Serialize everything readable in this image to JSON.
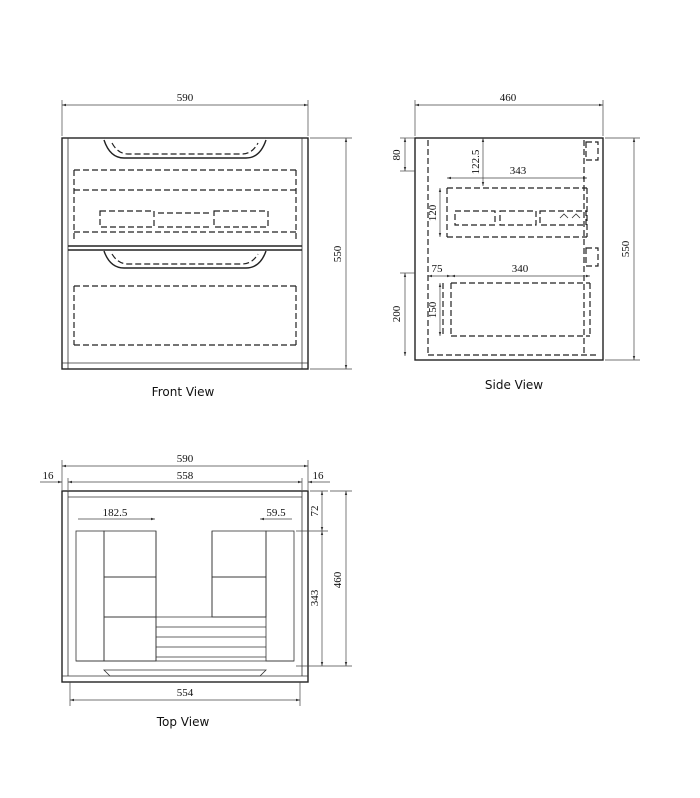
{
  "front_view": {
    "caption": "Front View",
    "dims": {
      "width": "590",
      "height": "550"
    }
  },
  "side_view": {
    "caption": "Side View",
    "dims": {
      "depth": "460",
      "height": "550",
      "top_gap": "80",
      "handle_offset": "122.5",
      "upper_drawer_depth": "343",
      "upper_drawer_height": "120",
      "lower_front_offset": "75",
      "lower_drawer_depth": "340",
      "lower_zone_height": "200",
      "lower_drawer_height": "150"
    }
  },
  "top_view": {
    "caption": "Top View",
    "dims": {
      "overall_width": "590",
      "inner_width": "558",
      "left_side": "16",
      "right_side": "16",
      "left_offset": "182.5",
      "right_offset": "59.5",
      "back_gap": "72",
      "drawer_depth": "343",
      "overall_depth": "460",
      "bottom_width": "554"
    }
  }
}
